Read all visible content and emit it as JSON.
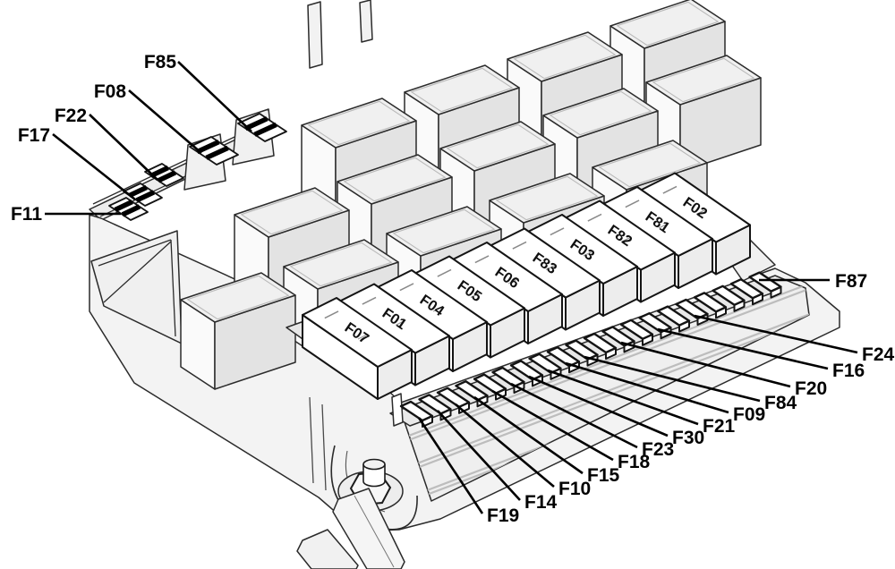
{
  "palette": {
    "background": "#ffffff",
    "line": "#2b2b2b",
    "fuse_outline": "#141414",
    "fill_light": "#f3f3f3",
    "fill_mid": "#e8e8e8",
    "fill_dark": "#dfdfdf",
    "cube_top": "#f0f0f0",
    "cube_left": "#fafafa",
    "cube_right": "#e3e3e3",
    "rib": "#bdbdbd",
    "label_color": "#000000"
  },
  "maxi_fuses": [
    "F07",
    "F01",
    "F04",
    "F05",
    "F06",
    "F83",
    "F03",
    "F82",
    "F81",
    "F02"
  ],
  "left_callouts": [
    {
      "label": "F85"
    },
    {
      "label": "F08"
    },
    {
      "label": "F22"
    },
    {
      "label": "F17"
    },
    {
      "label": "F11"
    }
  ],
  "right_callouts": [
    {
      "label": "F87"
    },
    {
      "label": "F24"
    },
    {
      "label": "F16"
    },
    {
      "label": "F20"
    },
    {
      "label": "F84"
    },
    {
      "label": "F09"
    },
    {
      "label": "F21"
    },
    {
      "label": "F30"
    },
    {
      "label": "F23"
    },
    {
      "label": "F18"
    },
    {
      "label": "F15"
    },
    {
      "label": "F10"
    },
    {
      "label": "F14"
    },
    {
      "label": "F19"
    }
  ]
}
